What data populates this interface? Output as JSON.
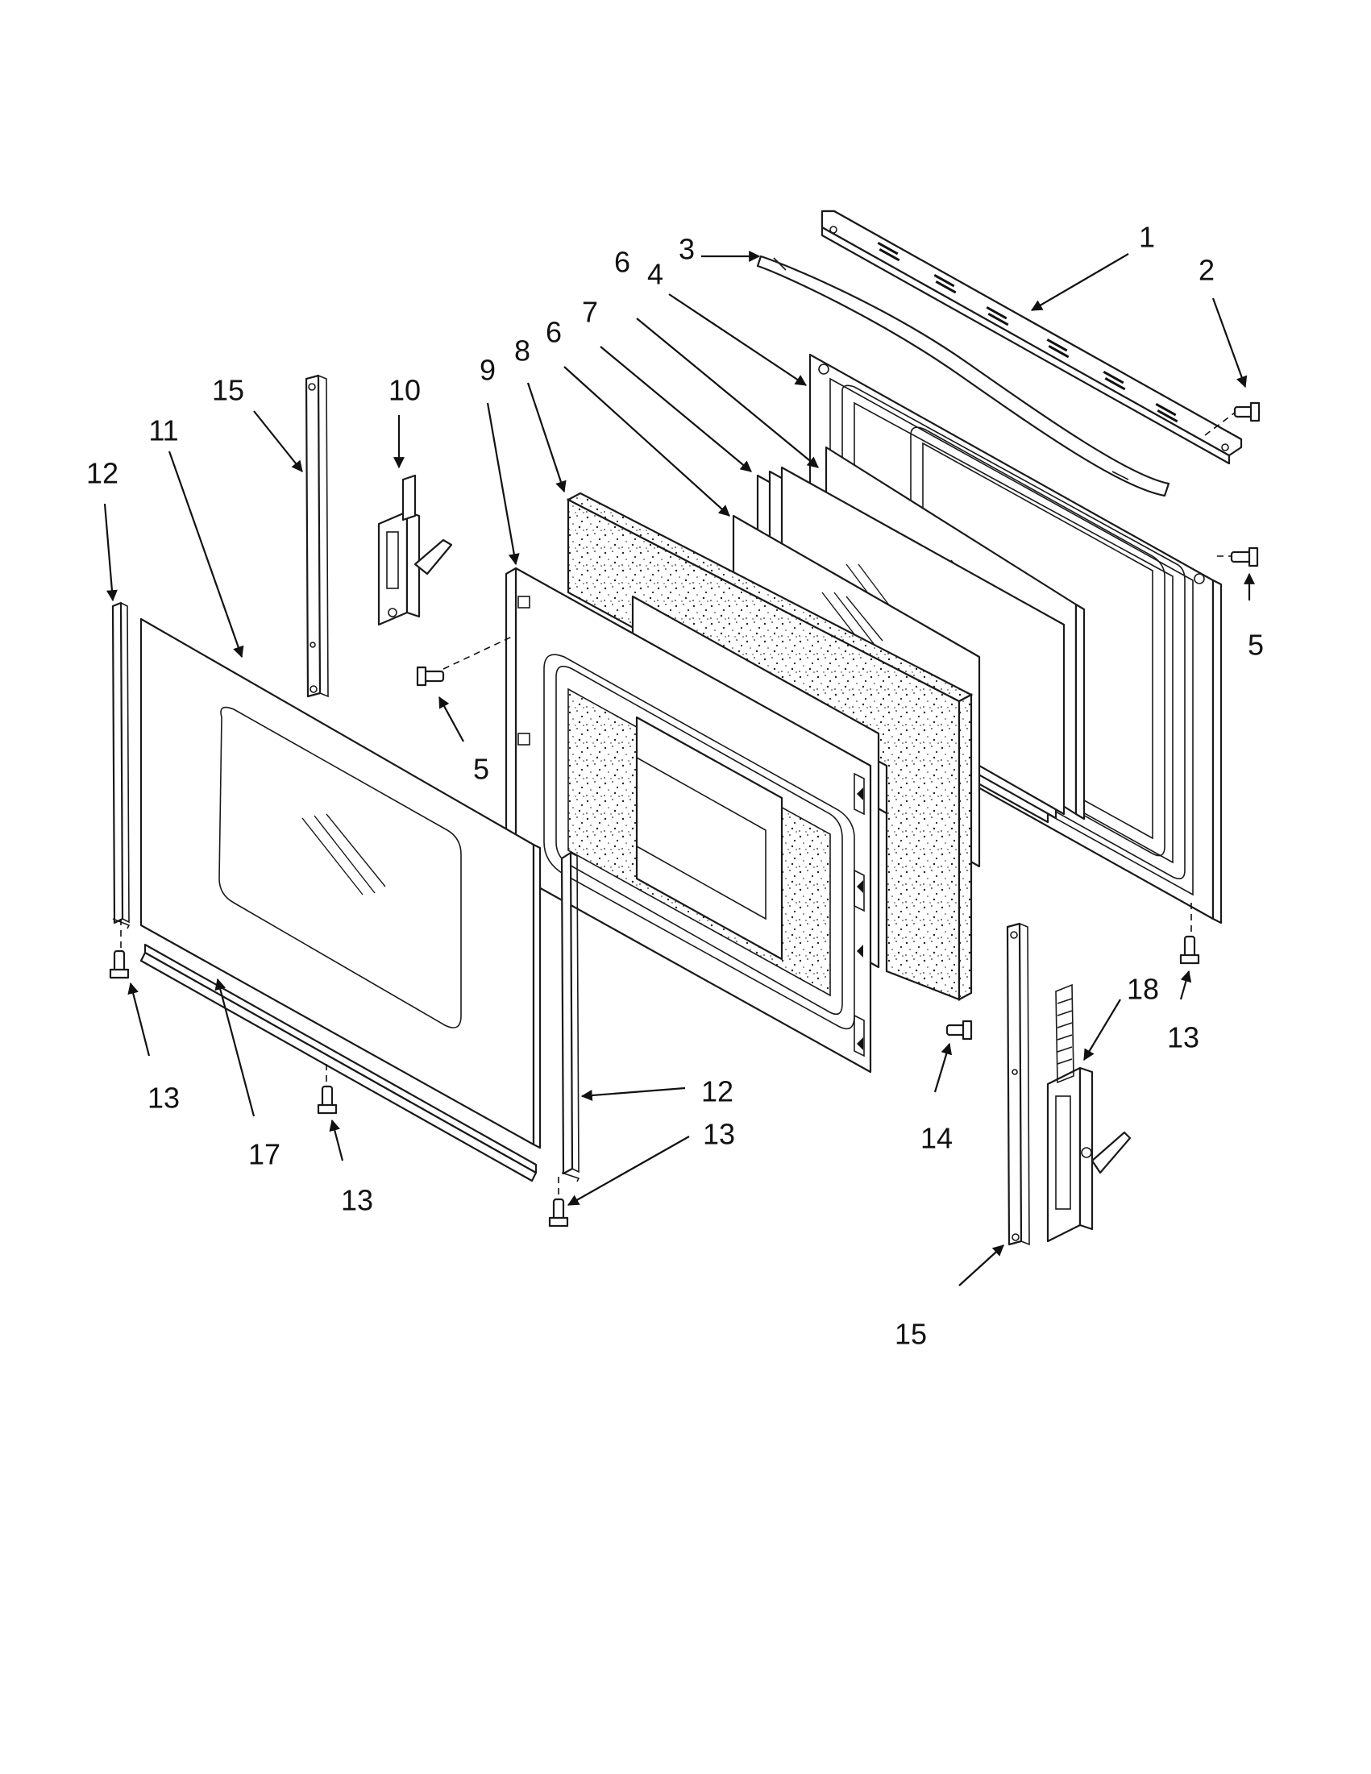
{
  "callouts": [
    {
      "id": "c1",
      "label": "1"
    },
    {
      "id": "c2",
      "label": "2"
    },
    {
      "id": "c3",
      "label": "3"
    },
    {
      "id": "c4",
      "label": "4"
    },
    {
      "id": "c5a",
      "label": "5"
    },
    {
      "id": "c5b",
      "label": "5"
    },
    {
      "id": "c6a",
      "label": "6"
    },
    {
      "id": "c6b",
      "label": "6"
    },
    {
      "id": "c7",
      "label": "7"
    },
    {
      "id": "c8",
      "label": "8"
    },
    {
      "id": "c9",
      "label": "9"
    },
    {
      "id": "c10",
      "label": "10"
    },
    {
      "id": "c11",
      "label": "11"
    },
    {
      "id": "c12a",
      "label": "12"
    },
    {
      "id": "c12b",
      "label": "12"
    },
    {
      "id": "c13a",
      "label": "13"
    },
    {
      "id": "c13b",
      "label": "13"
    },
    {
      "id": "c13c",
      "label": "13"
    },
    {
      "id": "c13d",
      "label": "13"
    },
    {
      "id": "c14",
      "label": "14"
    },
    {
      "id": "c15a",
      "label": "15"
    },
    {
      "id": "c15b",
      "label": "15"
    },
    {
      "id": "c17",
      "label": "17"
    },
    {
      "id": "c18",
      "label": "18"
    }
  ]
}
